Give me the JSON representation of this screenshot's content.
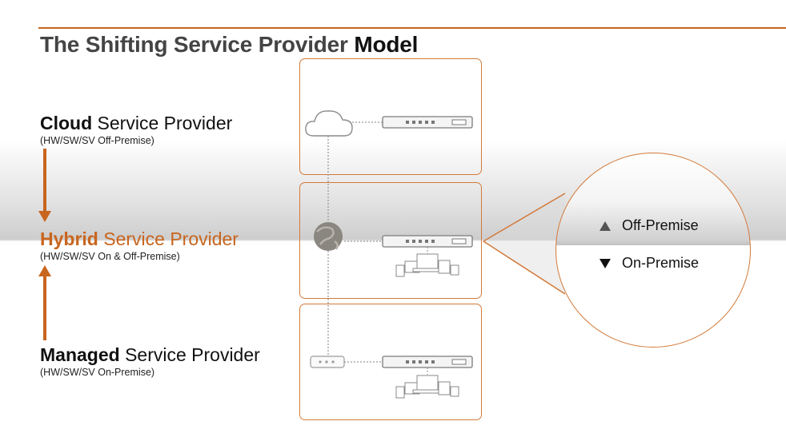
{
  "title": {
    "main": "The Shifting Service Provider",
    "emphasis": "Model"
  },
  "providers": {
    "cloud": {
      "bold": "Cloud",
      "rest": " Service Provider",
      "sub": "(HW/SW/SV Off-Premise)"
    },
    "hybrid": {
      "bold": "Hybrid",
      "rest": " Service Provider",
      "sub": "(HW/SW/SV On & Off-Premise)"
    },
    "managed": {
      "bold": "Managed",
      "rest": " Service Provider",
      "sub": "(HW/SW/SV On-Premise)"
    }
  },
  "legend": {
    "off_premise": "Off-Premise",
    "on_premise": "On-Premise"
  },
  "colors": {
    "accent": "#c8651e",
    "panel_border": "#d37a3a",
    "device": "#888888"
  },
  "icons": [
    "cloud-icon",
    "rack-server-icon",
    "globe-icon",
    "devices-icon",
    "gateway-icon",
    "arrow-down-icon",
    "arrow-up-icon"
  ]
}
